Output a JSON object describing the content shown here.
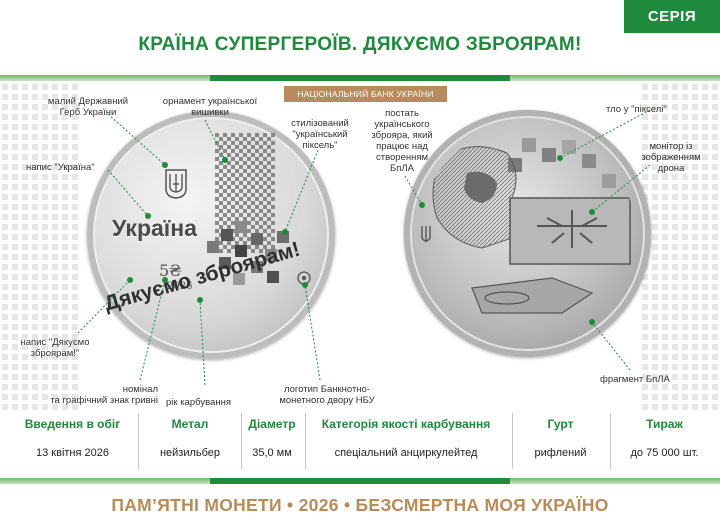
{
  "header": {
    "series_label": "СЕРІЯ",
    "title": "КРАЇНА СУПЕРГЕРОЇВ. ДЯКУЄМО ЗБРОЯРАМ!",
    "bank_label": "НАЦІОНАЛЬНИЙ БАНК УКРАЇНИ"
  },
  "colors": {
    "accent": "#1f8a3c",
    "gold": "#b88c5a"
  },
  "coin_obverse": {
    "country": "Україна",
    "denomination": "5₴",
    "year": "2026",
    "slogan": "Дякуємо зброярам!"
  },
  "labels": {
    "small_coat": "малий Державний\nГерб України",
    "ornament": "орнамент української\nвишивки",
    "inscription_ukraina": "напис \"Україна\"",
    "pixel": "стилізований\n\"український\nпіксель\"",
    "gunsmith": "постать\nукраїнського\nзброяра, який\nпрацює над\nстворенням\nБпЛА",
    "pixel_bg": "тло у \"пікселі\"",
    "monitor": "монітор із\nзображенням\nдрона",
    "inscription_thanks": "напис \"Дякуємо\nзброярам!\"",
    "nominal": "номінал\nта графічний знак гривні",
    "year": "рік карбування",
    "mint_logo": "логотип Банкнотно-\nмонетного двору НБУ",
    "uav_fragment": "фрагмент БпЛА"
  },
  "specs": [
    {
      "header": "Введення в обіг",
      "value": "13 квітня 2026"
    },
    {
      "header": "Метал",
      "value": "нейзильбер"
    },
    {
      "header": "Діаметр",
      "value": "35,0 мм"
    },
    {
      "header": "Категорія якості карбування",
      "value": "спеціальний анциркулейтед"
    },
    {
      "header": "Гурт",
      "value": "рифлений"
    },
    {
      "header": "Тираж",
      "value": "до 75 000 шт."
    }
  ],
  "footer": "ПАМ’ЯТНІ МОНЕТИ • 2026 • БЕЗСМЕРТНА МОЯ УКРАЇНО"
}
